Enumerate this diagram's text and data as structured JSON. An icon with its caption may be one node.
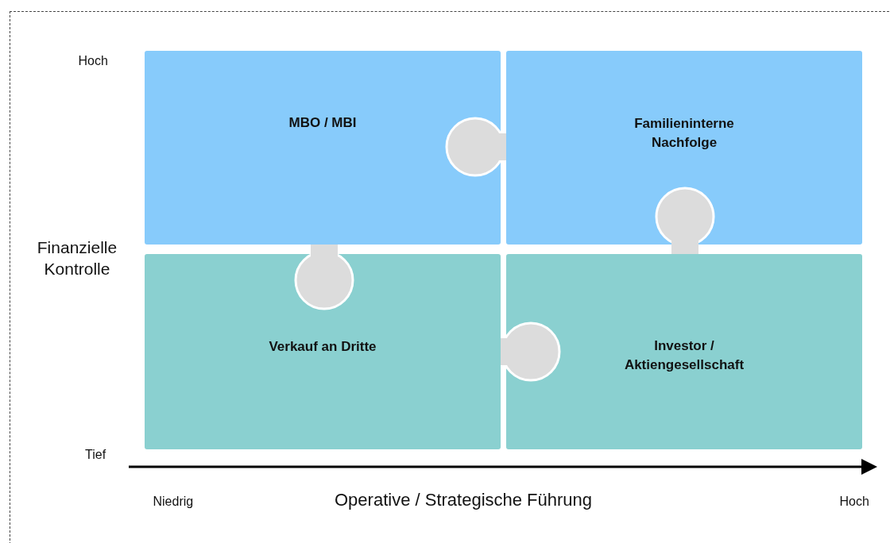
{
  "diagram": {
    "nodes": [
      {
        "text": [
          "MBO / MBI"
        ]
      },
      {
        "text": [
          "Familieninterne Nachfolge"
        ]
      },
      {
        "text": [
          "Verkauf an Dritte"
        ]
      },
      {
        "text": [
          "Investor / Aktiengesellschaft"
        ]
      }
    ],
    "labels": [
      "Hoch",
      "Finanzielle Kontrolle",
      "Tief",
      "Niedrig",
      "Operative / Strategische Führung",
      "Hoch"
    ]
  }
}
